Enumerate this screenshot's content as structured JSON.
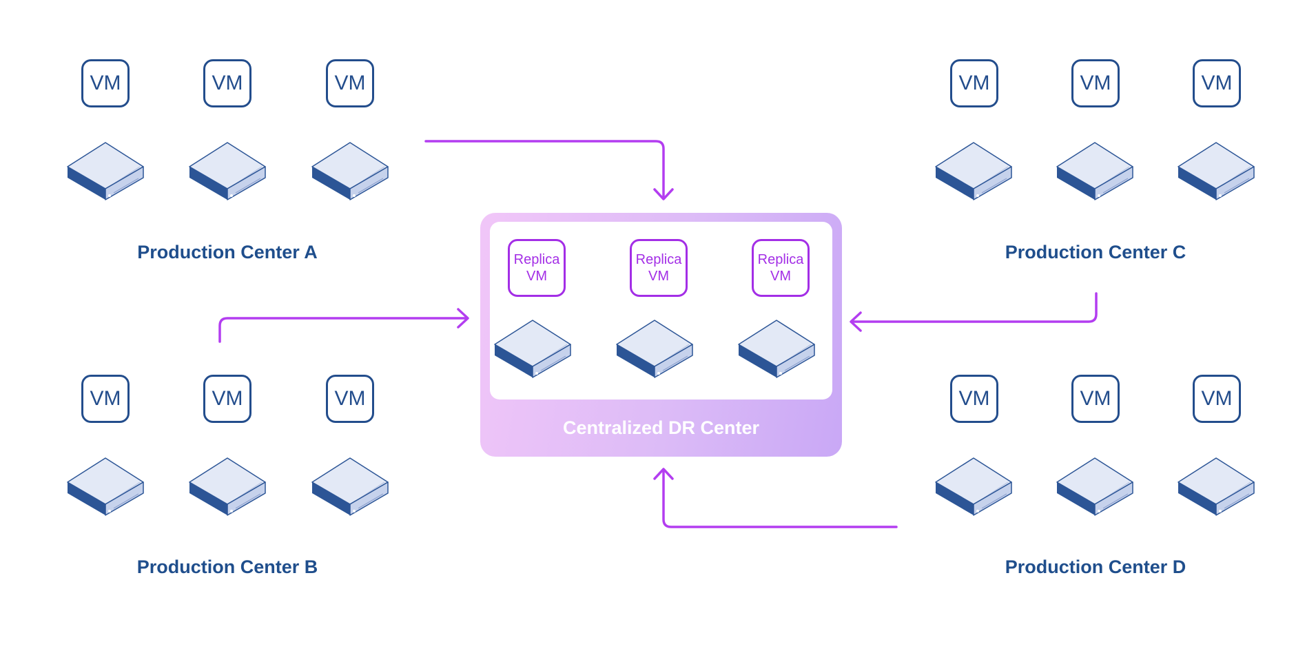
{
  "colors": {
    "navy": "#234d8c",
    "label_blue": "#1f4e8c",
    "purple": "#a32ee6",
    "arrow": "#b33df0",
    "server_top": "#e3e9f6",
    "server_side": "#2c5596"
  },
  "icons": {
    "vm": "vm-icon",
    "server": "server-icon",
    "arrow": "arrow-icon"
  },
  "vm_label": "VM",
  "replica_label_line1": "Replica",
  "replica_label_line2": "VM",
  "centers": {
    "a": {
      "label": "Production Center A"
    },
    "b": {
      "label": "Production Center B"
    },
    "c": {
      "label": "Production Center C"
    },
    "d": {
      "label": "Production Center D"
    }
  },
  "dr_center": {
    "label": "Centralized DR Center"
  }
}
